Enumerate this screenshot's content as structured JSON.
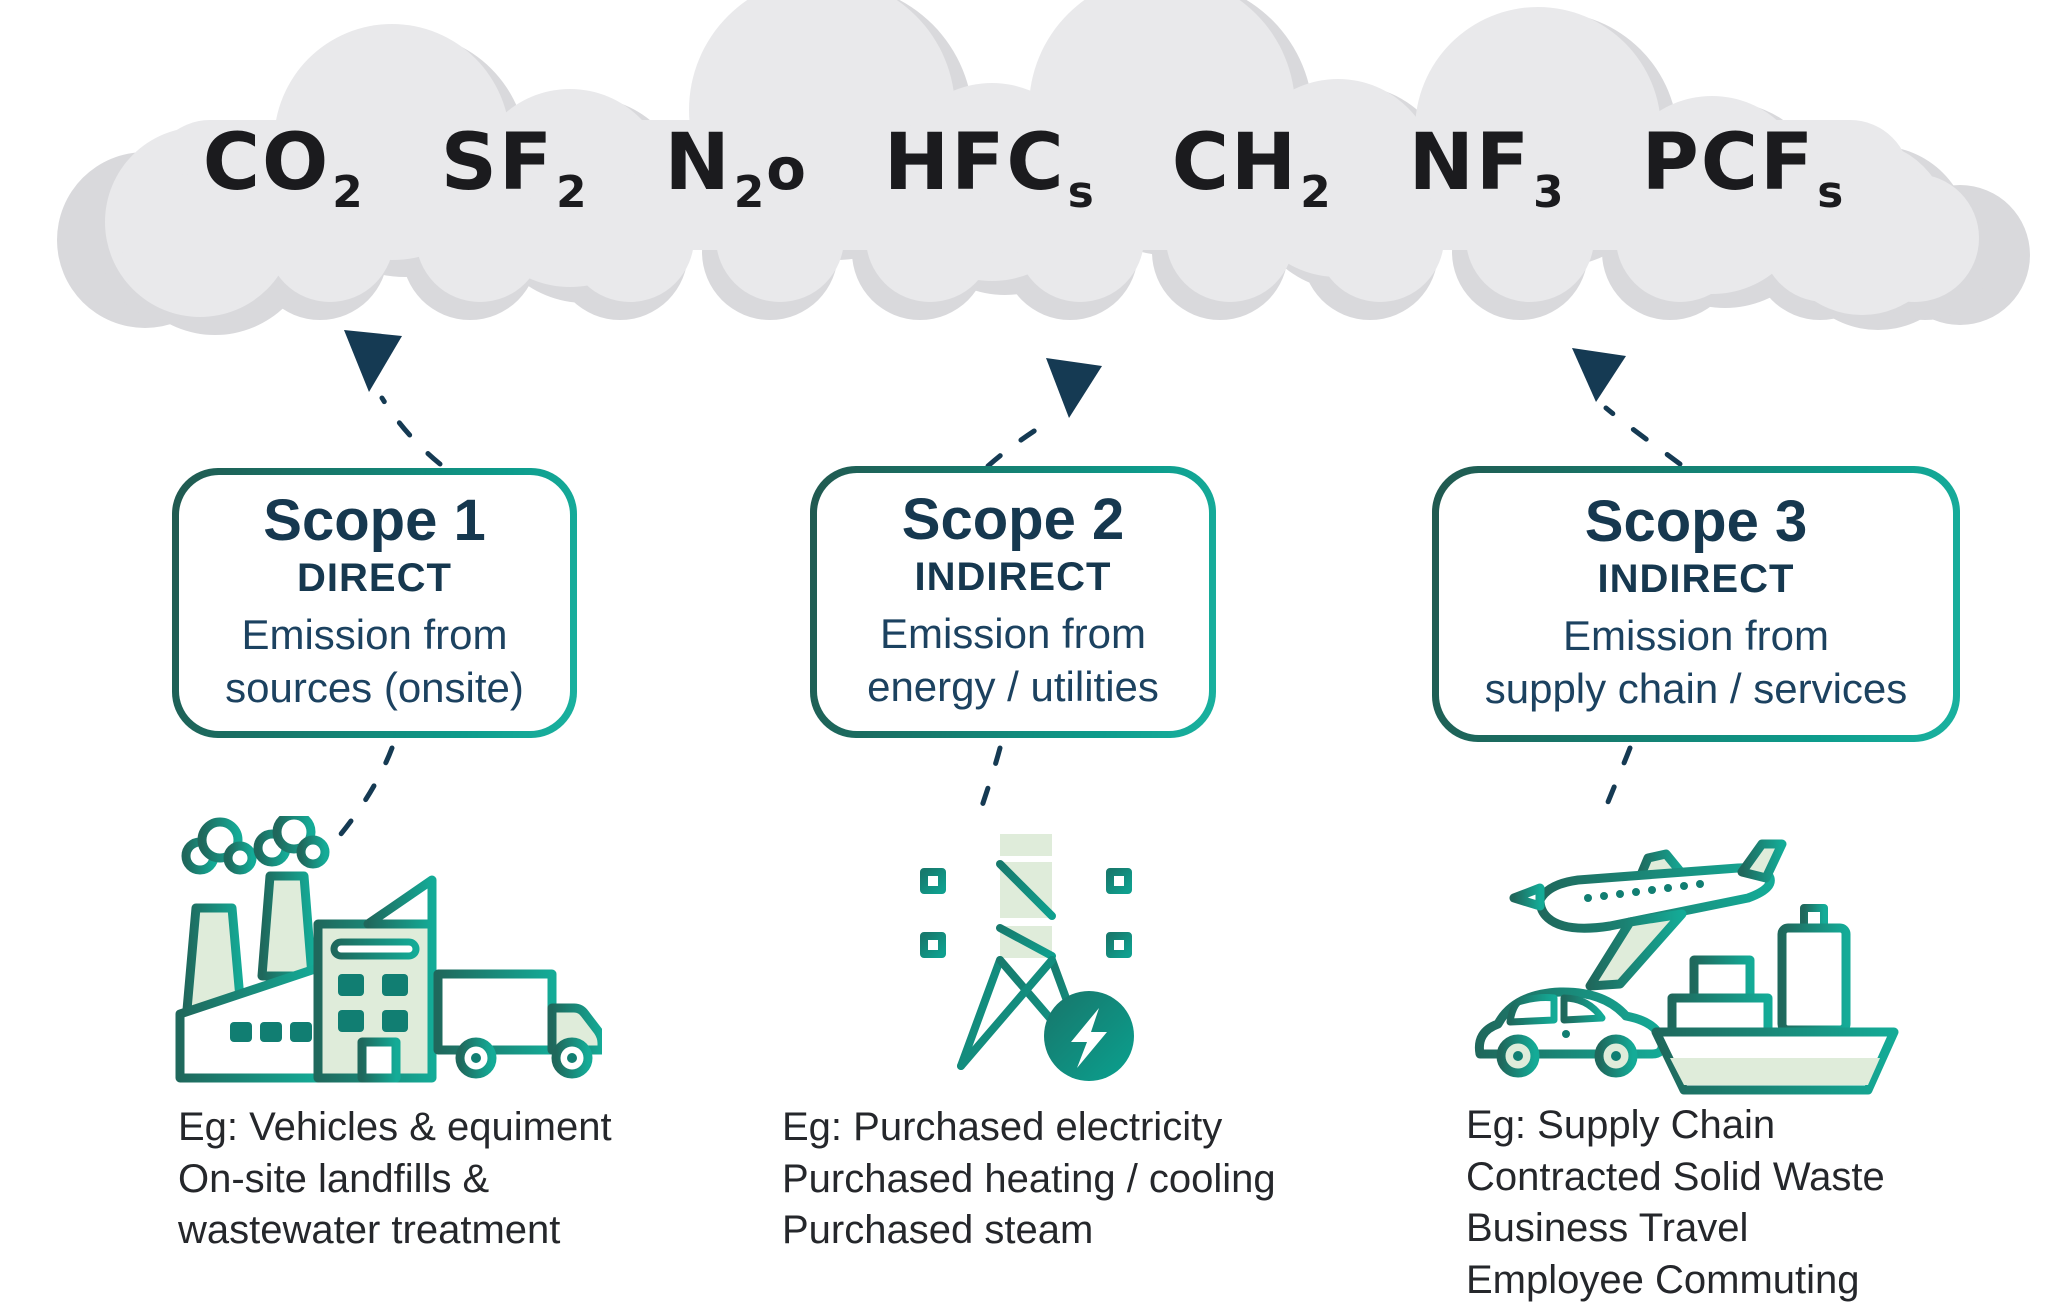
{
  "infographic": {
    "cloud_gases": [
      {
        "formula": "CO",
        "subscript": "2",
        "suffix": ""
      },
      {
        "formula": "SF",
        "subscript": "2",
        "suffix": ""
      },
      {
        "formula": "N",
        "subscript": "2",
        "suffix": "o"
      },
      {
        "formula": "HFC",
        "subscript": "s",
        "suffix": ""
      },
      {
        "formula": "CH",
        "subscript": "2",
        "suffix": ""
      },
      {
        "formula": "NF",
        "subscript": "3",
        "suffix": ""
      },
      {
        "formula": "PCF",
        "subscript": "s",
        "suffix": ""
      }
    ],
    "scopes": [
      {
        "title": "Scope 1",
        "category": "DIRECT",
        "description": [
          "Emission from",
          "sources (onsite)"
        ],
        "icon": "factory-and-truck-icon",
        "examples": [
          "Eg: Vehicles & equiment",
          "On-site landfills &",
          "wastewater treatment"
        ]
      },
      {
        "title": "Scope 2",
        "category": "INDIRECT",
        "description": [
          "Emission from",
          "energy / utilities"
        ],
        "icon": "power-transmission-tower-icon",
        "examples": [
          "Eg: Purchased electricity",
          "Purchased heating / cooling",
          "Purchased steam"
        ]
      },
      {
        "title": "Scope 3",
        "category": "INDIRECT",
        "description": [
          "Emission from",
          "supply chain / services"
        ],
        "icon": "plane-car-ship-icon",
        "examples": [
          "Eg: Supply Chain",
          "Contracted Solid Waste",
          "Business Travel",
          "Employee Commuting"
        ]
      }
    ],
    "colors": {
      "navy_text": "#16384f",
      "arrow_navy": "#153a53",
      "teal_dark": "#1f685c",
      "teal_bright": "#14ab97",
      "icon_fill_green": "#dfecda",
      "cloud_light": "#e9e9eb",
      "cloud_shadow": "#d9d9dc",
      "example_text": "#25272b",
      "gas_text": "#1b1b1e"
    }
  }
}
